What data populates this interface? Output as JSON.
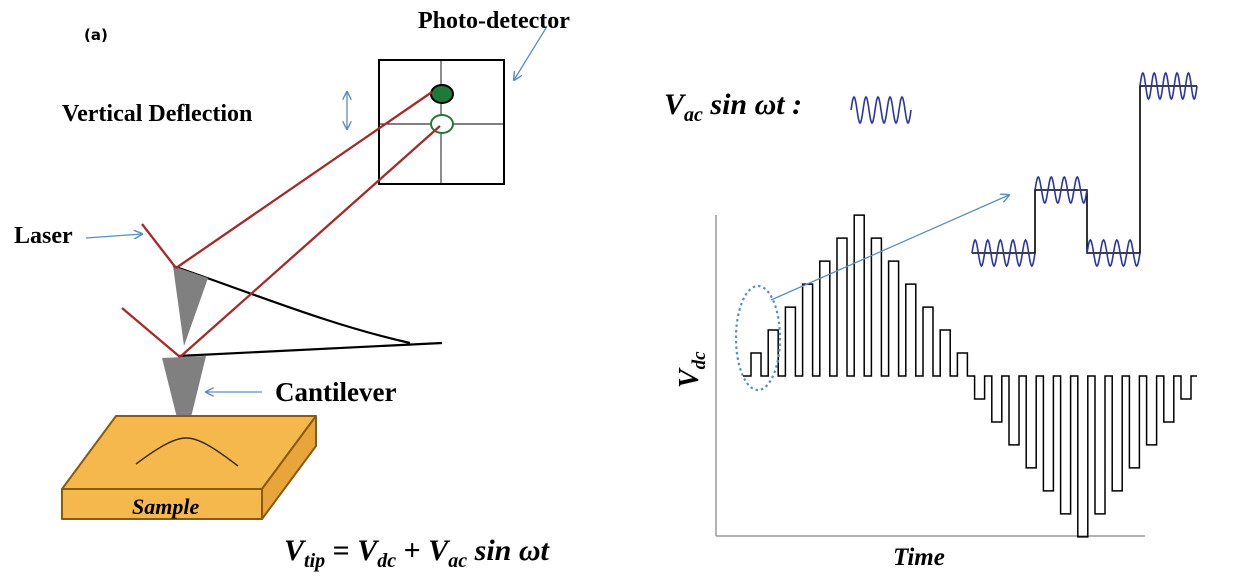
{
  "panel_label": "(a)",
  "labels": {
    "photodetector": "Photo-detector",
    "vertical_deflection": "Vertical Deflection",
    "laser": "Laser",
    "cantilever": "Cantilever",
    "sample": "Sample"
  },
  "equations": {
    "vtip": {
      "lhs": "V",
      "lhs_sub": "tip",
      "eq": " = ",
      "t1": "V",
      "t1_sub": "dc",
      "plus": " + ",
      "t2": "V",
      "t2_sub": "ac",
      "t2_tail": " sin ωt"
    },
    "vac": {
      "v": "V",
      "v_sub": "ac",
      "tail": " sin ωt :"
    }
  },
  "plot": {
    "ylabel": "V",
    "ylabel_sub": "dc",
    "xlabel": "Time",
    "pulse_levels": [
      0.6,
      1.2,
      1.8,
      2.4,
      3.0,
      3.6,
      4.2,
      3.6,
      3.0,
      2.4,
      1.8,
      1.2,
      0.6,
      -0.6,
      -1.2,
      -1.8,
      -2.4,
      -3.0,
      -3.6,
      -4.2,
      -3.6,
      -3.0,
      -2.4,
      -1.8,
      -1.2,
      -0.6
    ]
  },
  "colors": {
    "laser": "#a52a2a",
    "wave": "#2a35a8",
    "callout": "#5b8fbf",
    "sample_fill": "#f5b84d",
    "sample_stroke": "#8a5a10",
    "detector_spot": "#1f7a3a",
    "tip": "#808080"
  }
}
